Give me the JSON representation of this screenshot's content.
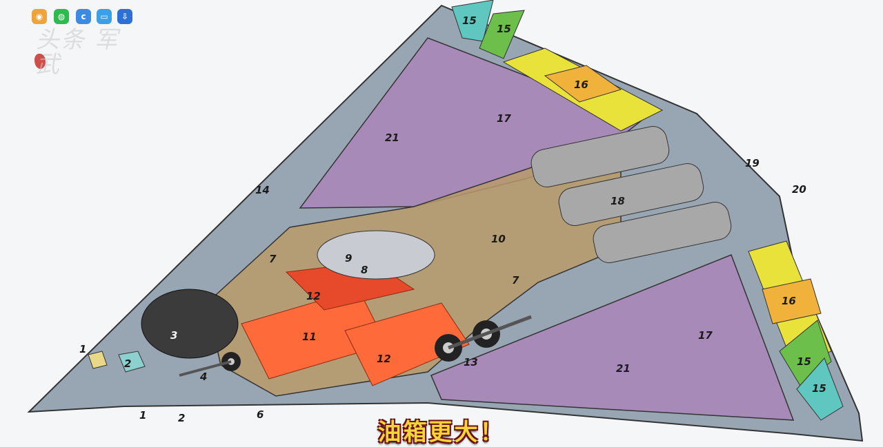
{
  "share_icons": [
    {
      "name": "weibo-icon",
      "color": "#f2a23a",
      "glyph": "◉"
    },
    {
      "name": "wechat-icon",
      "color": "#2dbb4f",
      "glyph": "◍"
    },
    {
      "name": "qzone-icon",
      "color": "#3d8be0",
      "glyph": "c"
    },
    {
      "name": "message-icon",
      "color": "#3aa0e8",
      "glyph": "▭"
    },
    {
      "name": "download-icon",
      "color": "#2c6fd6",
      "glyph": "⇩"
    }
  ],
  "watermark": {
    "text": "头条 军武"
  },
  "caption": {
    "text": "油箱更大！"
  },
  "labels": {
    "l1a": "1",
    "l1b": "1",
    "l2a": "2",
    "l2b": "2",
    "l3": "3",
    "l4": "4",
    "l6": "6",
    "l7a": "7",
    "l7b": "7",
    "l8": "8",
    "l9": "9",
    "l10": "10",
    "l11": "11",
    "l12a": "12",
    "l12b": "12",
    "l13": "13",
    "l14": "14",
    "l15a": "15",
    "l15b": "15",
    "l15c": "15",
    "l15d": "15",
    "l16a": "16",
    "l16b": "16",
    "l17a": "17",
    "l17b": "17",
    "l18": "18",
    "l19": "19",
    "l20": "20",
    "l21a": "21",
    "l21b": "21"
  },
  "colors": {
    "airframe": "#98a6b3",
    "wing_panel": "#a88ab8",
    "fuel_tank": "#ff6a3a",
    "fuel_tank_dark": "#e64a2a",
    "intake_duct": "#b89a6a",
    "radome": "#3b3b3b",
    "flap_yellow": "#e9e23a",
    "flap_orange": "#f0b23a",
    "flap_teal": "#5fc7c0",
    "flap_green": "#6bbf4a",
    "engine": "#a8a8a8"
  }
}
